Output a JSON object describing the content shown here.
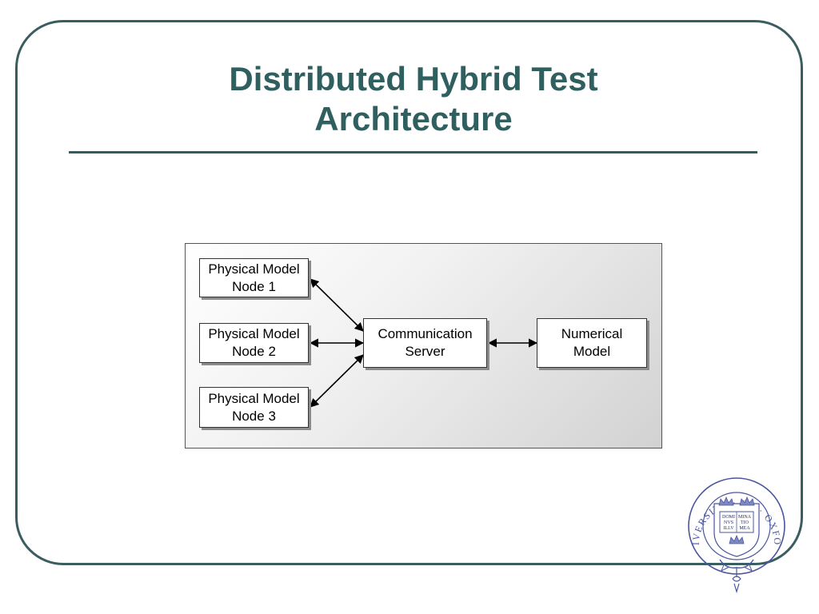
{
  "slide": {
    "title_line1": "Distributed Hybrid Test",
    "title_line2": "Architecture"
  },
  "diagram": {
    "nodes": [
      {
        "id": "physical-model-node-1",
        "line1": "Physical Model",
        "line2": "Node 1"
      },
      {
        "id": "physical-model-node-2",
        "line1": "Physical Model",
        "line2": "Node 2"
      },
      {
        "id": "physical-model-node-3",
        "line1": "Physical Model",
        "line2": "Node 3"
      },
      {
        "id": "communication-server",
        "line1": "Communication",
        "line2": "Server"
      },
      {
        "id": "numerical-model",
        "line1": "Numerical",
        "line2": "Model"
      }
    ],
    "edges": [
      {
        "from": "physical-model-node-1",
        "to": "communication-server",
        "type": "bidirectional"
      },
      {
        "from": "physical-model-node-2",
        "to": "communication-server",
        "type": "bidirectional"
      },
      {
        "from": "physical-model-node-3",
        "to": "communication-server",
        "type": "bidirectional"
      },
      {
        "from": "communication-server",
        "to": "numerical-model",
        "type": "bidirectional"
      }
    ]
  },
  "logo": {
    "name": "university-of-oxford-seal",
    "ring_text": "UNIVERSITY · OF · OXFORD",
    "book_text": [
      "DOMI",
      "NVS",
      "ILLV",
      "MINA",
      "TIO",
      "MEA"
    ]
  },
  "colors": {
    "title": "#2f5f5f",
    "frame": "#3a5d5f",
    "seal": "#4a55a0"
  }
}
